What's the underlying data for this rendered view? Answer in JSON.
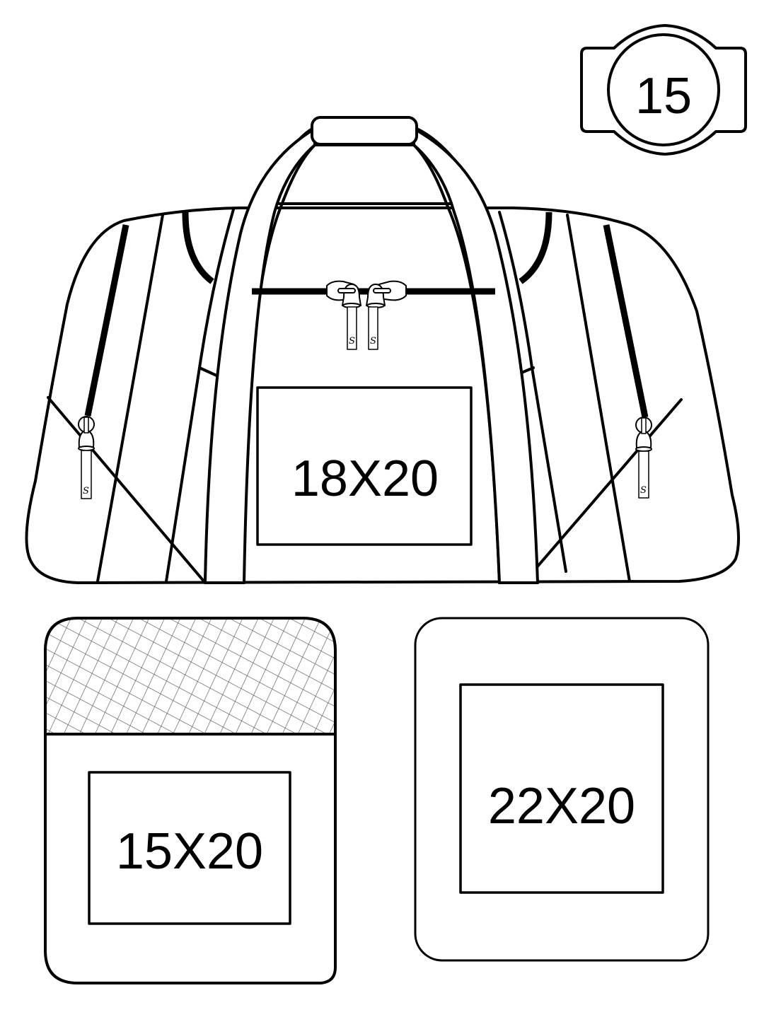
{
  "badge": {
    "number": "15",
    "icon": "numbered-badge-icon"
  },
  "bag": {
    "name": "duffel-bag-front",
    "print_area_main": {
      "label": "18X20"
    },
    "zipper_pull_letter": "S",
    "zipper_pulls": [
      {
        "position": "center-left",
        "letter": "S"
      },
      {
        "position": "center-right",
        "letter": "S"
      },
      {
        "position": "left-pocket",
        "letter": "S"
      },
      {
        "position": "right-pocket",
        "letter": "S"
      }
    ]
  },
  "panels": [
    {
      "name": "mesh-side-panel",
      "print_area_label": "15X20",
      "has_mesh_top": true
    },
    {
      "name": "plain-side-panel",
      "print_area_label": "22X20",
      "has_mesh_top": false
    }
  ],
  "colors": {
    "line": "#000000",
    "background": "#ffffff",
    "mesh": "#555555"
  }
}
